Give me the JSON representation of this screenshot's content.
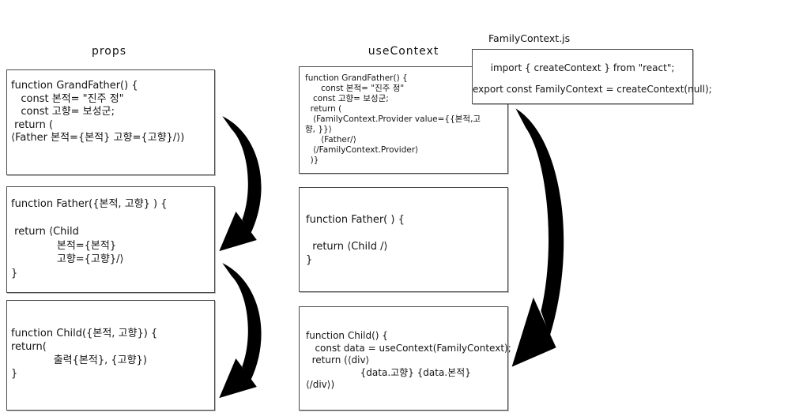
{
  "titles": {
    "props_column": "props",
    "context_column": "useContext",
    "family_context_file": "FamilyContext.js"
  },
  "props_column": {
    "grandfather_code": [
      "function GrandFather() {",
      "   const 본적= \"진주 정\"",
      "   const 고향= 보성군;",
      " return (",
      "⟨Father 본적={본적} 고향={고향}/⟩)"
    ],
    "father_code": [
      "function Father({본적, 고향} ) {",
      "",
      " return ⟨Child",
      "              본적={본적}",
      "              고향={고향}/⟩",
      "}"
    ],
    "child_code": [
      "function Child({본적, 고향}) {",
      "return(",
      "             출력{본적}, {고향})",
      "}"
    ]
  },
  "context_column": {
    "grandfather_code": [
      "function GrandFather() {",
      "      const 본적= \"진주 정\"",
      "   const 고향= 보성군;",
      "  return (",
      "   ⟨FamilyContext.Provider value={{본적,고",
      "향, }}⟩",
      "      ⟨Father/⟩",
      "   ⟨/FamilyContext.Provider⟩",
      "  )}"
    ],
    "father_code": [
      "function Father( ) {",
      "",
      "  return ⟨Child /⟩",
      "}"
    ],
    "child_code": [
      "function Child() {",
      "   const data = useContext(FamilyContext);",
      "  return (⟨div⟩",
      "                  {data.고향} {data.본적}",
      "⟨/div⟩)"
    ]
  },
  "family_context_box": {
    "code": [
      "import { createContext } from \"react\";",
      "export const FamilyContext = createContext(null);"
    ]
  },
  "colors": {
    "arrow": "#000000",
    "box_border": "#4a4a4a",
    "background": "#ffffff"
  }
}
